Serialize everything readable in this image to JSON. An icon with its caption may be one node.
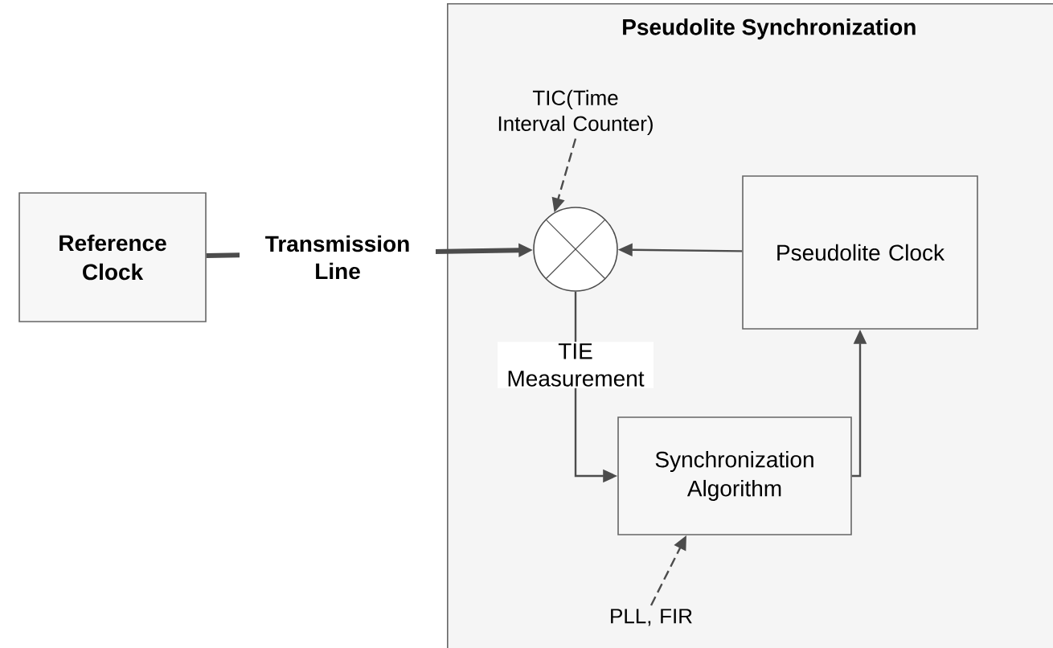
{
  "diagram": {
    "nodes": [
      {
        "text": [
          "Reference Clock"
        ]
      },
      {
        "text": [
          "Pseudolite Synchronization"
        ]
      },
      {
        "text": [
          "TIC(Time Interval Counter)"
        ],
        "in": 1
      },
      {
        "text": [],
        "shape": "circle",
        "in": 1
      },
      {
        "text": [
          "Pseudolite Clock"
        ],
        "in": 1
      },
      {
        "text": [
          "Synchronization Algorithm"
        ],
        "in": 1
      },
      {
        "text": [
          "PLL, FIR"
        ],
        "in": 1
      }
    ],
    "edges": [
      {
        "from": 0,
        "to": 3,
        "arrow": "to",
        "label": "Transmission Line",
        "style": "thick"
      },
      {
        "from": 2,
        "to": 3,
        "arrow": "to",
        "style": "dashed"
      },
      {
        "from": 4,
        "to": 3,
        "arrow": "to"
      },
      {
        "from": 3,
        "to": 5,
        "arrow": "to",
        "label": "TIE Measurement"
      },
      {
        "from": 5,
        "to": 4,
        "arrow": "to"
      },
      {
        "from": 6,
        "to": 5,
        "arrow": "to",
        "style": "dashed"
      }
    ]
  }
}
